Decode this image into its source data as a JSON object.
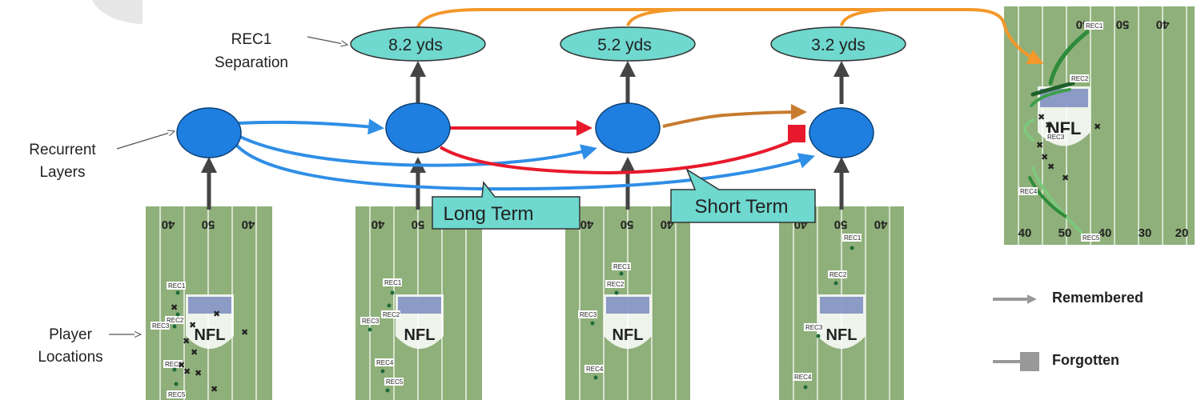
{
  "labels": {
    "separation_line1": "REC1",
    "separation_line2": "Separation",
    "recurrent_line1": "Recurrent",
    "recurrent_line2": "Layers",
    "locations_line1": "Player",
    "locations_line2": "Locations"
  },
  "separations": [
    "8.2 yds",
    "5.2 yds",
    "3.2 yds"
  ],
  "callouts": {
    "long_term": "Long Term",
    "short_term": "Short Term"
  },
  "legend": {
    "remembered": "Remembered",
    "forgotten": "Forgotten"
  },
  "field": {
    "yard_numbers_top": [
      "40",
      "50",
      "40"
    ],
    "yard_numbers_bottom_result": [
      "40",
      "50",
      "40",
      "30",
      "20"
    ],
    "logo_text": "NFL"
  },
  "receivers": [
    "REC1",
    "REC2",
    "REC3",
    "REC4",
    "REC5"
  ],
  "colors": {
    "node_blue": "#1f7fe0",
    "ellipse_teal": "#6fd8cf",
    "arrow_blue": "#2f8ee6",
    "arrow_red": "#e8192c",
    "arrow_orange": "#f3982a",
    "arrow_brown": "#c77b2f",
    "field_green": "#8fb07a"
  }
}
